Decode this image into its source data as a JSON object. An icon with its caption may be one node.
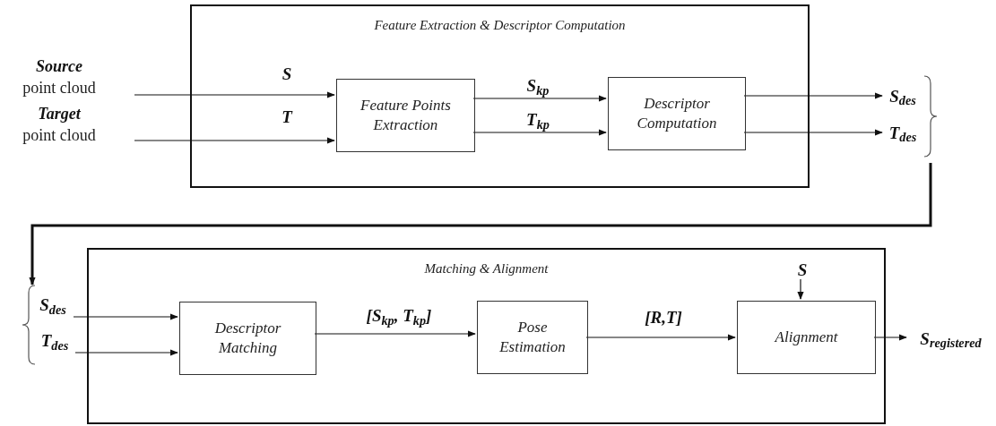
{
  "diagram": {
    "nodes": [
      {
        "text": [
          "Feature Extraction & Descriptor Computation"
        ]
      },
      {
        "text": [
          "Source",
          "point cloud"
        ]
      },
      {
        "text": [
          "Target",
          "point cloud"
        ]
      },
      {
        "text": [
          "Feature Points Extraction"
        ],
        "in": 0
      },
      {
        "text": [
          "Descriptor Computation"
        ],
        "in": 0
      },
      {
        "text": [
          "S$_{des}$"
        ]
      },
      {
        "text": [
          "T$_{des}$"
        ]
      },
      {
        "text": [],
        "shape": "brace"
      },
      {
        "text": [],
        "shape": "brace"
      },
      {
        "text": [
          "Matching & Alignment"
        ]
      },
      {
        "text": [
          "S$_{des}$"
        ]
      },
      {
        "text": [
          "T$_{des}$"
        ]
      },
      {
        "text": [
          "Descriptor Matching"
        ],
        "in": 9
      },
      {
        "text": [
          "Pose Estimation"
        ],
        "in": 9
      },
      {
        "text": [
          "S"
        ],
        "in": 9
      },
      {
        "text": [
          "Alignment"
        ],
        "in": 9
      },
      {
        "text": [
          "S$_{registered}$"
        ]
      }
    ],
    "edges": [
      {
        "from": 1,
        "to": 3,
        "label": "S",
        "arrow": "to"
      },
      {
        "from": 2,
        "to": 3,
        "label": "T",
        "arrow": "to"
      },
      {
        "from": 3,
        "to": 4,
        "label": "S$_{kp}$",
        "arrow": "to"
      },
      {
        "from": 3,
        "to": 4,
        "label": "T$_{kp}$",
        "arrow": "to"
      },
      {
        "from": 4,
        "to": 5,
        "arrow": "to"
      },
      {
        "from": 4,
        "to": 6,
        "arrow": "to"
      },
      {
        "from": 7,
        "to": 8,
        "arrow": "to",
        "style": "thick"
      },
      {
        "from": 10,
        "to": 12,
        "arrow": "to"
      },
      {
        "from": 11,
        "to": 12,
        "arrow": "to"
      },
      {
        "from": 12,
        "to": 13,
        "label": "[S$_{kp}$, T$_{kp}$]",
        "arrow": "to"
      },
      {
        "from": 13,
        "to": 15,
        "label": "[R,T]",
        "arrow": "to"
      },
      {
        "from": 14,
        "to": 15,
        "arrow": "to"
      },
      {
        "from": 15,
        "to": 16,
        "arrow": "to"
      }
    ]
  }
}
